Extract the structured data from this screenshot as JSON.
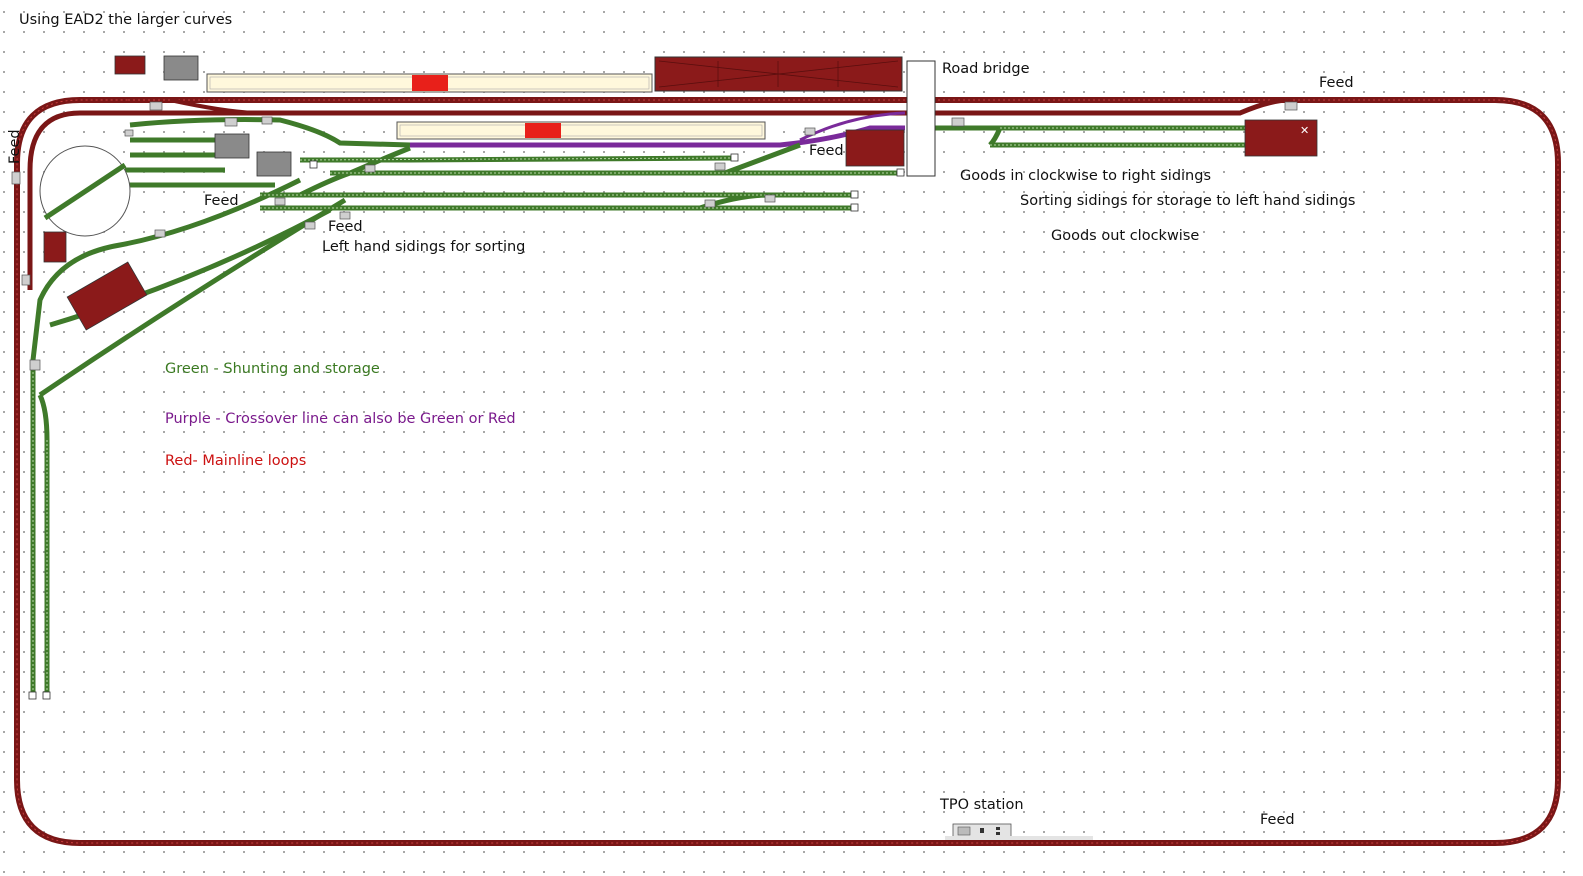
{
  "title": "Using EAD2 the larger curves",
  "labels": {
    "road_bridge": "Road bridge",
    "feed": "Feed",
    "goods_in": "Goods in clockwise to right sidings",
    "sorting_sidings": "Sorting sidings for storage to left hand sidings",
    "goods_out": "Goods out clockwise",
    "left_hand_sidings": "Left hand sidings for sorting",
    "tpo_station": "TPO station"
  },
  "legend": {
    "green": "Green - Shunting and storage",
    "purple": "Purple - Crossover line can also be Green or Red",
    "red": "Red- Mainline loops"
  },
  "colors": {
    "mainline": "#8b1a1a",
    "shunting": "#3f7a2a",
    "crossover": "#7a2a9a",
    "building": "#8b1a1a",
    "platform": "#fff8dc",
    "grey_building": "#8a8a8a",
    "highlight": "#e8201a"
  }
}
